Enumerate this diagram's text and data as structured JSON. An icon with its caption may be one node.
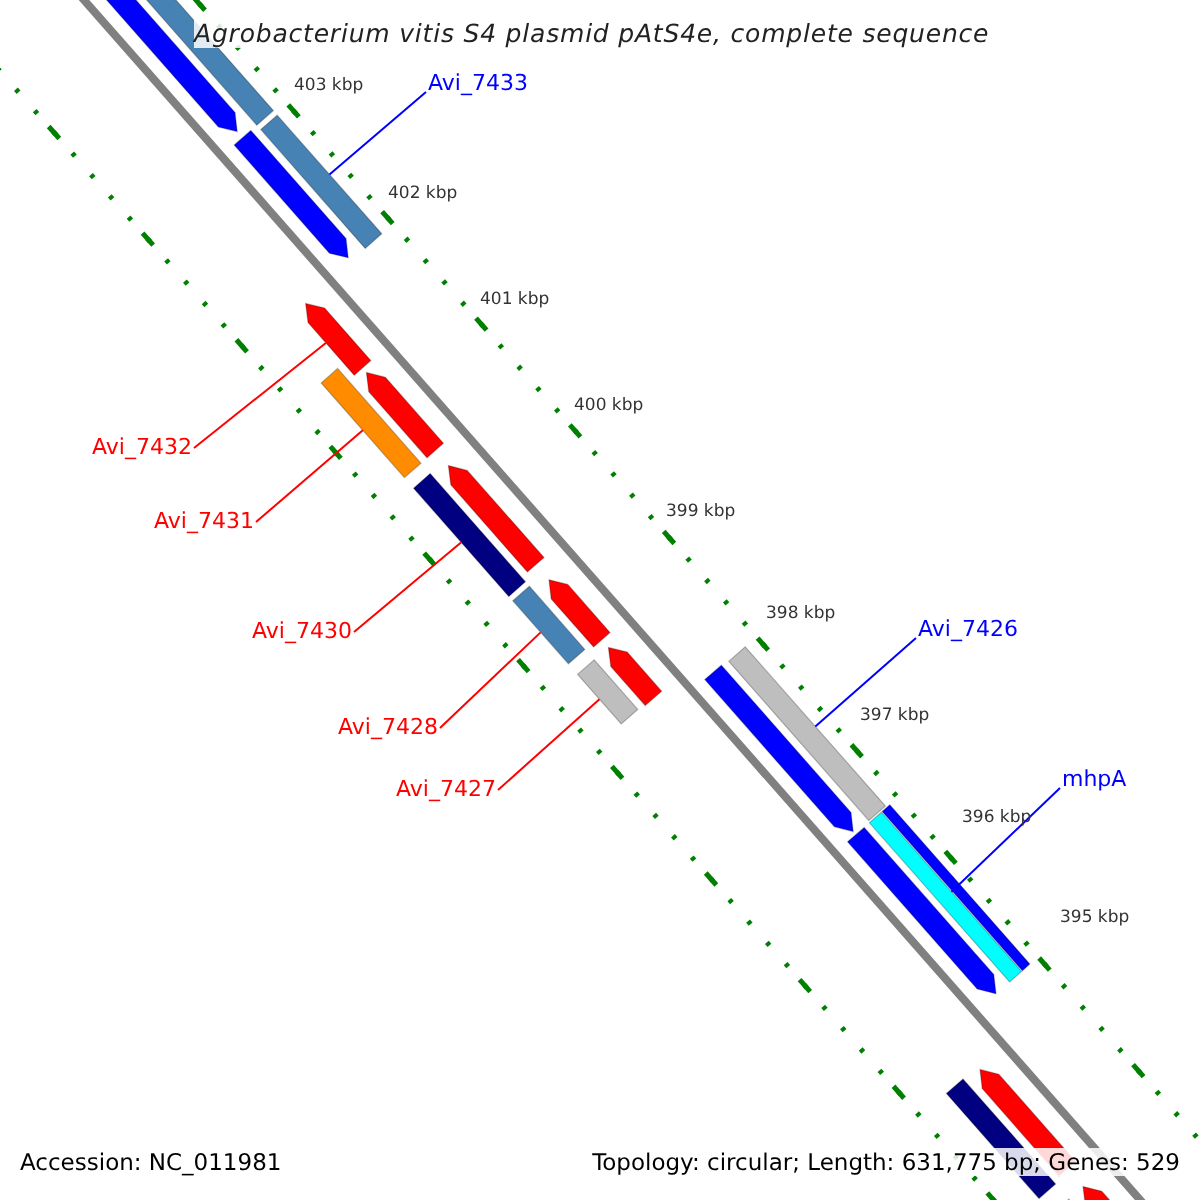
{
  "diagram": {
    "title": "Agrobacterium vitis S4 plasmid pAtS4e, complete sequence",
    "nodes": [
      {
        "text": [
          "Avi_7433"
        ]
      },
      {
        "text": [
          "Avi_7432"
        ]
      },
      {
        "text": [
          "Avi_7431"
        ]
      },
      {
        "text": [
          "Avi_7430"
        ]
      },
      {
        "text": [
          "Avi_7428"
        ]
      },
      {
        "text": [
          "Avi_7427"
        ]
      },
      {
        "text": [
          "Avi_7426"
        ]
      },
      {
        "text": [
          "mhpA"
        ]
      },
      {
        "text": [],
        "shape": "arrow"
      },
      {
        "text": [],
        "shape": "bar"
      },
      {
        "text": [],
        "shape": "arrow"
      },
      {
        "text": [],
        "shape": "bar"
      },
      {
        "text": [],
        "shape": "arrow"
      },
      {
        "text": [],
        "shape": "bar"
      },
      {
        "text": [],
        "shape": "arrow"
      },
      {
        "text": [],
        "shape": "bar"
      },
      {
        "text": [],
        "shape": "arrow"
      },
      {
        "text": [],
        "shape": "bar"
      },
      {
        "text": [],
        "shape": "arrow"
      },
      {
        "text": [],
        "shape": "arrow"
      },
      {
        "text": [],
        "shape": "bar"
      },
      {
        "text": [],
        "shape": "arrow"
      },
      {
        "text": [],
        "shape": "bar"
      },
      {
        "text": [],
        "shape": "arrow"
      },
      {
        "text": [],
        "shape": "bar"
      },
      {
        "text": [],
        "shape": "bar"
      },
      {
        "text": [],
        "shape": "bar"
      },
      {
        "text": [],
        "shape": "arrow"
      },
      {
        "text": [],
        "shape": "bar"
      },
      {
        "text": [],
        "shape": "arrow"
      }
    ],
    "edges": [
      {
        "from": 0,
        "to": 11,
        "arrow": "none",
        "color": "#0000ff"
      },
      {
        "from": 1,
        "to": 12,
        "arrow": "none"
      },
      {
        "from": 2,
        "to": 13,
        "arrow": "none"
      },
      {
        "from": 3,
        "to": 15,
        "arrow": "none"
      },
      {
        "from": 4,
        "to": 17,
        "arrow": "none"
      },
      {
        "from": 5,
        "to": 20,
        "arrow": "none"
      },
      {
        "from": 6,
        "to": 22,
        "arrow": "none",
        "color": "#0000ff"
      },
      {
        "from": 7,
        "to": 24,
        "arrow": "none",
        "color": "#0000ff"
      }
    ],
    "labels": [
      "403 kbp",
      "402 kbp",
      "401 kbp",
      "400 kbp",
      "399 kbp",
      "398 kbp",
      "397 kbp",
      "396 kbp",
      "395 kbp",
      "Accession: NC_011981",
      "Topology: circular; Length: 631,775 bp; Genes: 529"
    ]
  }
}
